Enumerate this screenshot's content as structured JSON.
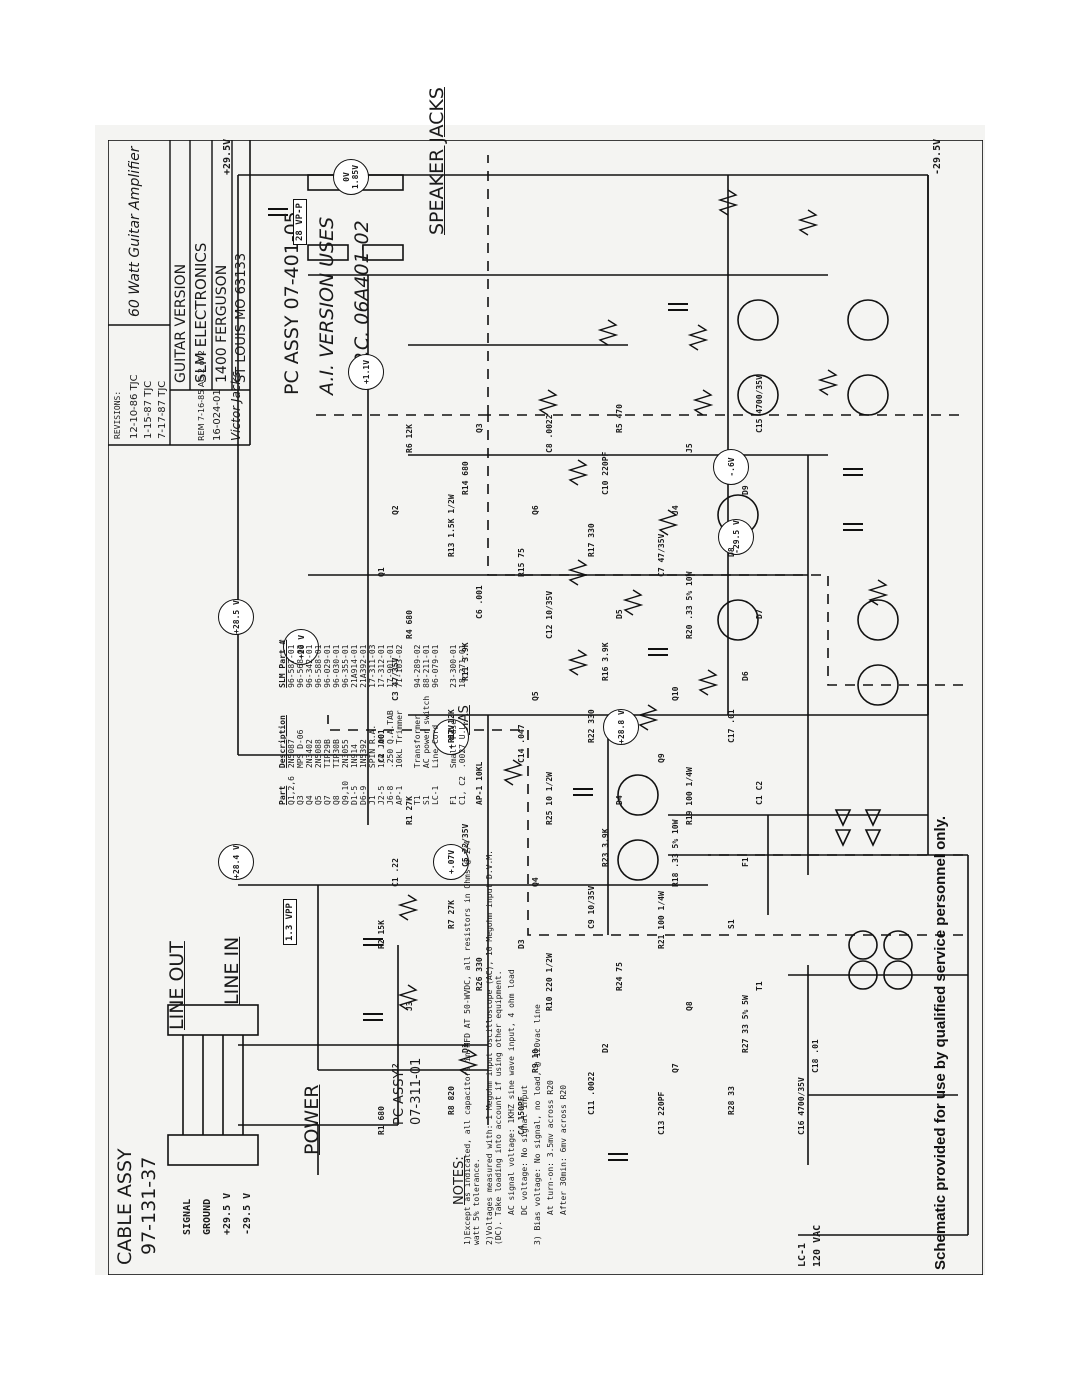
{
  "title_block": {
    "revisions_label": "REVISIONS:",
    "revisions": [
      "12-10-86 TJC",
      "1-15-87 TJC",
      "7-17-87 TJC"
    ],
    "title": "60 Watt Guitar Amplifier",
    "version": "GUITAR VERSION",
    "company": "SLM ELECTRONICS",
    "address1": "1400 FERGUSON",
    "address2": "ST LOUIS MO 63133",
    "rev_line": "REM 7-16-85 AG 2 of 2",
    "drawing_no": "16-024-01",
    "brand": "Victor Jacks"
  },
  "headers": {
    "pc_assy": "PC ASSY 07-401-05",
    "ai_note_1": "A.I. VERSION USES",
    "ai_note_2": "P.C. 06A401-02",
    "speaker_jacks": "SPEAKER JACKS",
    "line_out": "LINE OUT",
    "line_in": "LINE IN",
    "cable_assy": "CABLE ASSY",
    "cable_no": "97-131-37",
    "power": "POWER",
    "power_pc": "PC ASSY",
    "power_pc_no": "07-311-01",
    "bias": "BIAS",
    "notes_title": "NOTES:"
  },
  "cable_pins": [
    "SIGNAL",
    "GROUND",
    "+29.5 V",
    "-29.5 V"
  ],
  "lc1": {
    "label": "LC-1",
    "voltage": "120 VAC"
  },
  "voltage_tags": {
    "v1": "+28.4 V",
    "v2": "+.07V",
    "v3": "+.07V",
    "v4": "+28.5 V",
    "v5": "+20 V",
    "v6": "+28.8 V",
    "v7": "+1.1V",
    "v8": "-.6V",
    "v9": "-29.5 V",
    "v10": "0V 1.85V"
  },
  "box_tags": {
    "vpp_in": "1.3 VPP",
    "vpp_out": "28 VP-P"
  },
  "rails": {
    "pos": "+29.5V",
    "neg": "-29.5V"
  },
  "components": [
    "R1 680",
    "J2",
    "J3",
    "R2 15K",
    "C1 .22",
    "R1 27K",
    "C2 .001",
    "C3 47/35V",
    "R4 680",
    "Q1",
    "Q2",
    "R6 12K",
    "R8 820",
    "D1",
    "R26 330",
    "R7 27K",
    "C5 22/35V",
    "AP-1 10KL",
    "R12 12K",
    "R11 3.9K",
    "C6 .001",
    "R13 1.5K 1/2W",
    "R14 680",
    "Q3",
    "C4 150PF",
    "R9 10",
    "R10 220 1/2W",
    "D3",
    "Q4",
    "R25 10 1/2W",
    "C14 .047",
    "Q5",
    "C12 10/35V",
    "R15 75",
    "Q6",
    "C8 .0022",
    "C11 .0022",
    "D2",
    "R24 75",
    "C9 10/35V",
    "R23 3.9K",
    "D4",
    "R22 330",
    "R16 3.9K",
    "D5",
    "R17 330",
    "C10 220PF",
    "R5 470",
    "C13 220PF",
    "Q7",
    "Q8",
    "R21 100 1/4W",
    "R18 .33 5% 10W",
    "R19 100 1/4W",
    "Q9",
    "Q10",
    "R20 .33 5% 10W",
    "C7 47/35V",
    "J4",
    "J5",
    "R28 33",
    "R27 33 5% 5W",
    "T1",
    "S1",
    "F1",
    "C1 C2",
    "C17 .01",
    "D6",
    "D7",
    "D8",
    "D9",
    "C15 4700/35V",
    "C16 4700/35V",
    "C18 .01"
  ],
  "parts_list": {
    "headers": [
      "Part",
      "Description",
      "SLM Part #"
    ],
    "rows": [
      [
        "Q1,2,6",
        "2N5087",
        "96-587-01"
      ],
      [
        "Q3",
        "MPS D-06",
        "96-568-02"
      ],
      [
        "Q4",
        "2N3402",
        "96-342-01"
      ],
      [
        "Q5",
        "2N5088",
        "96-588-01"
      ],
      [
        "Q7",
        "TIP29B",
        "96-029-01"
      ],
      [
        "Q8",
        "TIP30B",
        "96-030-01"
      ],
      [
        "Q9,10",
        "2N3055",
        "96-355-01"
      ],
      [
        "D1-5",
        "1N914",
        "21A914-01"
      ],
      [
        "D6-9",
        "1N5392",
        "21A392-01"
      ],
      [
        "J1",
        "SPIN R.A.",
        "17-311-03"
      ],
      [
        "J2-5",
        "1/4 JAC",
        "17-312-01"
      ],
      [
        "J6-8",
        ".250 Q.A.TAB",
        "17-901-01"
      ],
      [
        "AP-1",
        "10kL Trimmer",
        "71-103-02"
      ],
      [
        "",
        "",
        ""
      ],
      [
        "T1",
        "Transformer",
        "94-289-02"
      ],
      [
        "S1",
        "AC power switch",
        "88-211-01"
      ],
      [
        "LC-1",
        "Line Cord",
        "96-079-01"
      ],
      [
        "",
        "",
        ""
      ],
      [
        "F1",
        "Small Fuse",
        "23-300-01"
      ],
      [
        "C1, C2",
        ".0027 U.L.",
        "18-271-01"
      ]
    ]
  },
  "notes": [
    "1)Except as indicated, all capacitors in MFD AT 50-WVDC, all resistors in Ohms @ 1/4 watt 5% tolerance.",
    "2)Voltages measured with: 1 Megohm input oscilloscope (AC), 10 Megohm input D.V.M. (DC). Take loading into account if using other equipment.",
    "AC signal voltage: 1KHZ sine wave input, 4 ohm load",
    "DC voltage: No signal input",
    "3) Bias voltage: No signal, no load, @ 120vac line",
    "At turn-on: 3.5mv across R20",
    "After 30min: 6mv across R20"
  ],
  "footer": "Schematic provided for use by qualified service personnel only."
}
